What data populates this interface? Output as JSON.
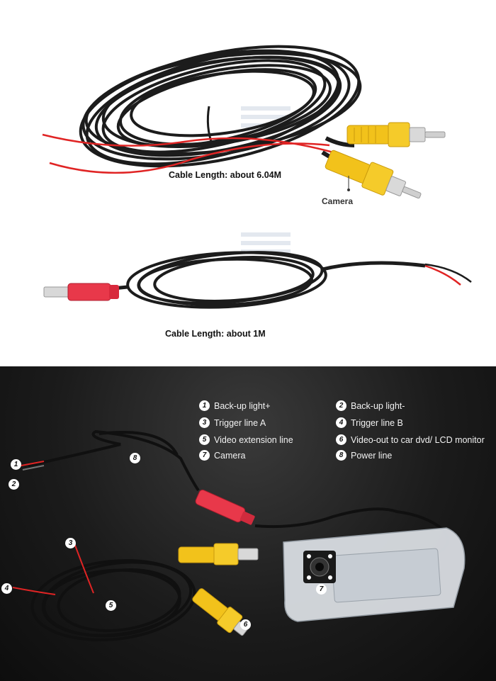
{
  "top_panel": {
    "long_cable_caption": "Cable Length: about 6.04M",
    "camera_label": "Camera",
    "short_cable_caption": "Cable Length: about 1M"
  },
  "legend": [
    {
      "num": "1",
      "label": "Back-up light+"
    },
    {
      "num": "2",
      "label": "Back-up light-"
    },
    {
      "num": "3",
      "label": "Trigger line A"
    },
    {
      "num": "4",
      "label": "Trigger line B"
    },
    {
      "num": "5",
      "label": "Video extension line"
    },
    {
      "num": "6",
      "label": "Video-out to car dvd/ LCD monitor"
    },
    {
      "num": "7",
      "label": "Camera"
    },
    {
      "num": "8",
      "label": "Power line"
    }
  ],
  "callouts": [
    "1",
    "2",
    "3",
    "4",
    "5",
    "6",
    "7",
    "8"
  ],
  "colors": {
    "cable": "#1c1c1c",
    "red_wire": "#e02424",
    "rca_yellow": "#f2c21b",
    "dc_red": "#e8384a",
    "background_dark": "#1b1b1b"
  }
}
